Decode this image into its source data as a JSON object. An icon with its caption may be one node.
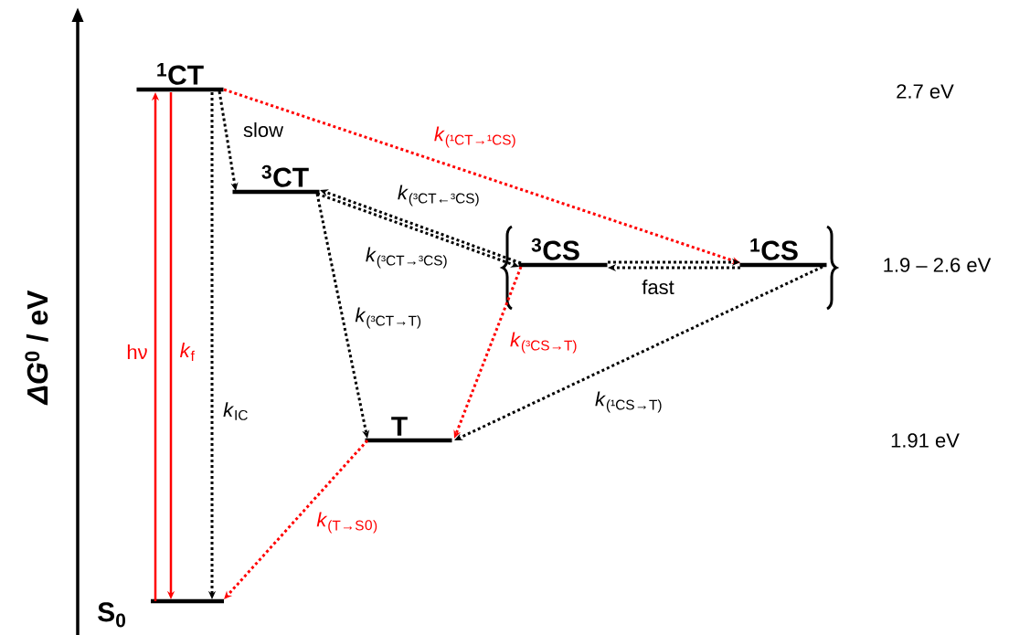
{
  "diagram": {
    "nodes": [
      {
        "text": [
          "$^{1}$CT"
        ]
      },
      {
        "text": [
          "$^{3}$CT"
        ]
      },
      {
        "text": [
          "$^{3}$CS"
        ]
      },
      {
        "text": [
          "$^{1}$CS"
        ]
      },
      {
        "text": [
          "T"
        ]
      },
      {
        "text": [
          "S$_{0}$"
        ]
      }
    ],
    "edges": [
      {
        "from": 5,
        "to": 0,
        "arrow": "to",
        "label": "hν",
        "color": "#ff0000"
      },
      {
        "from": 0,
        "to": 5,
        "arrow": "to",
        "label": "*k*$_{f}$",
        "color": "#ff0000"
      },
      {
        "from": 0,
        "to": 5,
        "arrow": "to",
        "label": "*k*$_{IC}$",
        "style": "dashed"
      },
      {
        "from": 0,
        "to": 1,
        "arrow": "to",
        "label": "slow",
        "style": "dashed"
      },
      {
        "from": 0,
        "to": 3,
        "arrow": "to",
        "label": "*k*$_{(¹CT→¹CS)}$",
        "style": "dashed",
        "color": "#ff0000"
      },
      {
        "from": 2,
        "to": 1,
        "arrow": "to",
        "label": "*k*$_{(³CT←³CS)}$",
        "style": "dashed"
      },
      {
        "from": 1,
        "to": 2,
        "arrow": "to",
        "label": "*k*$_{(³CT→³CS)}$",
        "style": "dashed"
      },
      {
        "from": 1,
        "to": 4,
        "arrow": "to",
        "label": "*k*$_{(³CT→T)}$",
        "style": "dashed"
      },
      {
        "from": 2,
        "to": 3,
        "arrow": "to",
        "style": "dashed"
      },
      {
        "from": 3,
        "to": 2,
        "arrow": "to",
        "label": "fast",
        "style": "dashed"
      },
      {
        "from": 2,
        "to": 4,
        "arrow": "to",
        "label": "*k*$_{(³CS→T)}$",
        "style": "dashed",
        "color": "#ff0000"
      },
      {
        "from": 3,
        "to": 4,
        "arrow": "to",
        "label": "*k*$_{(¹CS→T)}$",
        "style": "dashed"
      },
      {
        "from": 4,
        "to": 5,
        "arrow": "to",
        "label": "*k*$_{(T→S}$$_{0}$$_{)}$",
        "style": "dashed",
        "color": "#ff0000"
      }
    ],
    "labels": [
      "*ΔG*$^{0}$ / eV",
      "2.7 eV",
      "1.9 – 2.6 eV",
      "1.91 eV"
    ]
  }
}
